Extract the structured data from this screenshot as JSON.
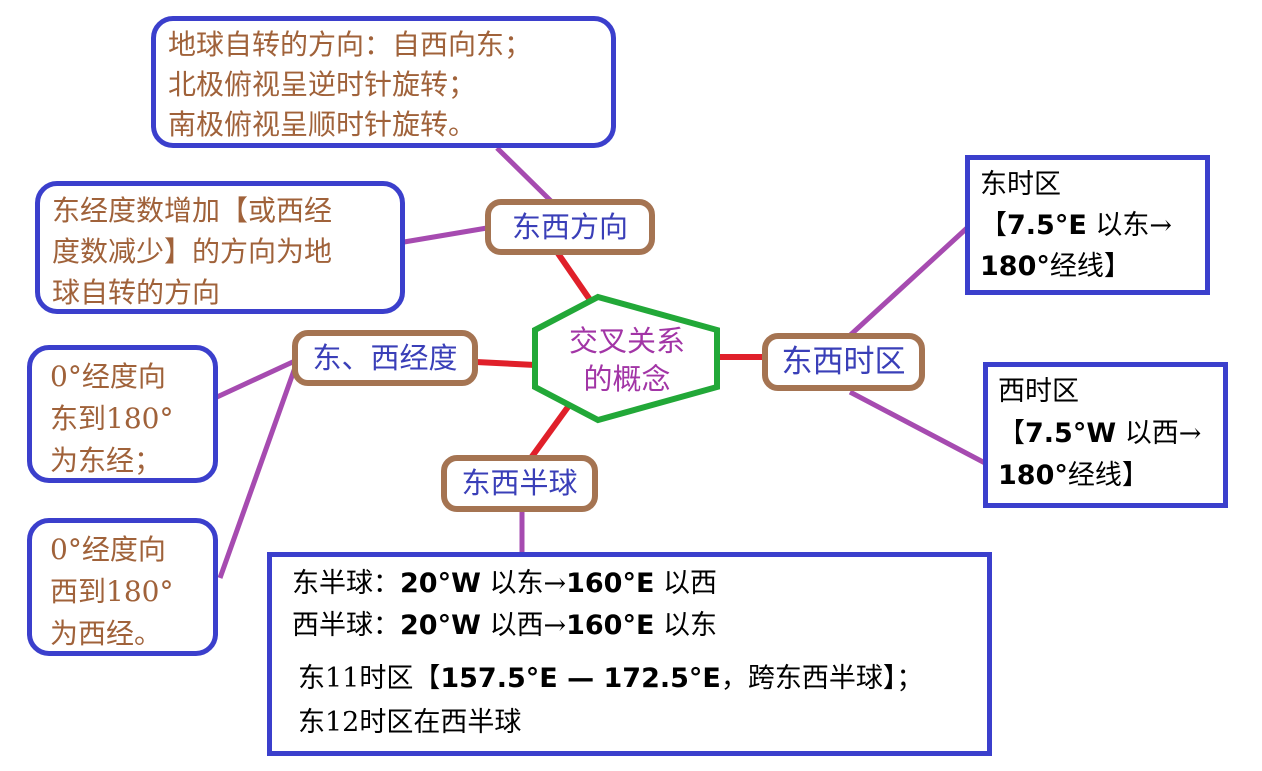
{
  "center": {
    "lines": [
      "交叉关系",
      "的概念"
    ],
    "border_color": "#22a838",
    "text_color": "#a235a6"
  },
  "nodes": {
    "direction": "东西方向",
    "longitude": "东、西经度",
    "hemisphere": "东西半球",
    "timezone": "东西时区"
  },
  "notes": {
    "rotation": [
      "地球自转的方向：自西向东；",
      "北极俯视呈逆时针旋转；",
      "南极俯视呈顺时针旋转。"
    ],
    "direction_def": [
      "东经度数增加【或西经",
      "度数减少】的方向为地",
      "球自转的方向"
    ],
    "east_long": [
      "0°经度向",
      "东到180°",
      "为东经；"
    ],
    "west_long": [
      "0°经度向",
      "西到180°",
      "为西经。"
    ],
    "east_tz": {
      "title": "东时区",
      "l1a": "【",
      "l1b": "7.5°E",
      "l1c": " 以东→",
      "l2a": "180°",
      "l2b": "经线】"
    },
    "west_tz": {
      "title": "西时区",
      "l1a": "【",
      "l1b": "7.5°W",
      "l1c": " 以西→",
      "l2a": "180°",
      "l2b": "经线】"
    },
    "hemispheres": {
      "r1a": "东半球：",
      "r1b": "20°W",
      "r1c": " 以东→",
      "r1d": "160°E",
      "r1e": " 以西",
      "r2a": "西半球：",
      "r2b": "20°W",
      "r2c": " 以西→",
      "r2d": "160°E",
      "r2e": " 以东",
      "r3a": "东11时区【",
      "r3b": "157.5°E — 172.5°E",
      "r3c": "，跨东西半球】；",
      "r4": "东12时区在西半球"
    }
  },
  "colors": {
    "red_link": "#e0202a",
    "purple_link": "#a64bb0",
    "blue_border": "#3b3fcc",
    "brown_border": "#a57452"
  }
}
